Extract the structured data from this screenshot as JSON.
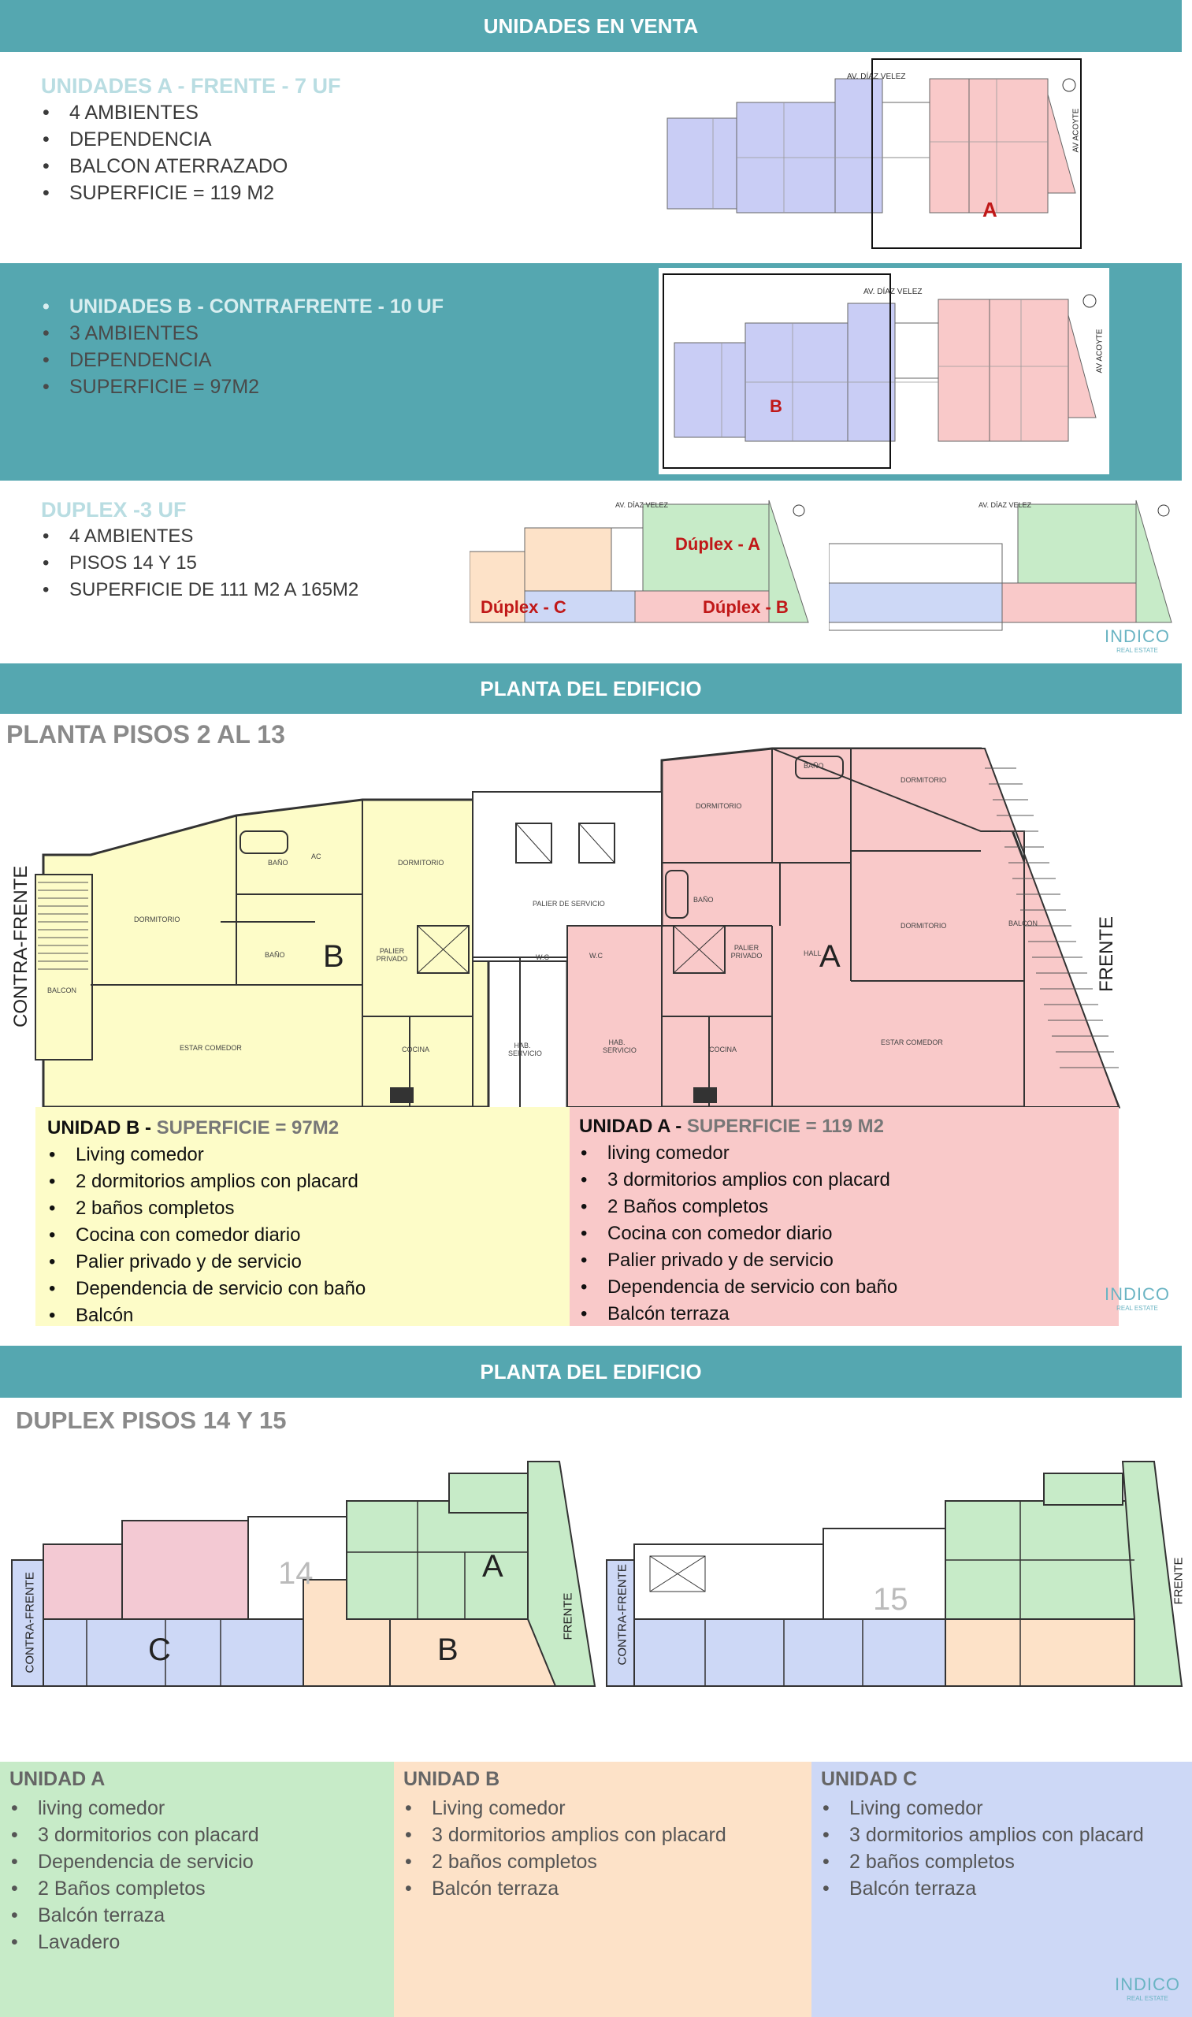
{
  "sections": {
    "for_sale": "UNIDADES EN VENTA",
    "building_plan_1": "PLANTA DEL EDIFICIO",
    "building_plan_2": "PLANTA DEL EDIFICIO"
  },
  "unit_a_front": {
    "title": "UNIDADES A - FRENTE  - 7 UF",
    "items": [
      "4 AMBIENTES",
      "DEPENDENCIA",
      "BALCON ATERRAZADO",
      "SUPERFICIE = 119 M2"
    ]
  },
  "unit_b_back": {
    "items": [
      "UNIDADES B - CONTRAFRENTE - 10 UF",
      "3 AMBIENTES",
      "DEPENDENCIA",
      "SUPERFICIE = 97M2"
    ]
  },
  "duplex": {
    "title": "DUPLEX -3 UF",
    "items": [
      "4 AMBIENTES",
      "PISOS 14 Y 15",
      "SUPERFICIE DE 111 M2 A 165M2"
    ]
  },
  "thumbs": {
    "street_top": "AV. DÍAZ VELEZ",
    "street_side": "AV ACOYTE",
    "label_a": "A",
    "label_b": "B",
    "duplex_a": "Dúplex - A",
    "duplex_b": "Dúplex - B",
    "duplex_c": "Dúplex - C"
  },
  "logo": {
    "name": "INDICO",
    "sub": "REAL ESTATE"
  },
  "plan_2_13": {
    "title": "PLANTA PISOS 2 AL 13",
    "contra_frente": "CONTRA-FRENTE",
    "frente": "FRENTE",
    "letter_a": "A",
    "letter_b": "B",
    "rooms": {
      "dormitorio": "DORMITORIO",
      "bano": "BAÑO",
      "ac": "AC",
      "palier_servicio": "PALIER DE SERVICIO",
      "palier_privado": "PALIER PRIVADO",
      "wc": "W.C",
      "hab_servicio": "HAB. SERVICIO",
      "cocina": "COCINA",
      "estar_comedor": "ESTAR COMEDOR",
      "balcon": "BALCON",
      "hall": "HALL"
    }
  },
  "unit_b_detail": {
    "title_prefix": "UNIDAD B - ",
    "title_suffix": "SUPERFICIE = 97M2",
    "items": [
      "Living comedor",
      "2 dormitorios amplios con placard",
      "2 baños completos",
      "Cocina con comedor diario",
      "Palier privado y de servicio",
      "Dependencia de servicio con baño",
      "Balcón"
    ]
  },
  "unit_a_detail": {
    "title_prefix": "UNIDAD A - ",
    "title_suffix": "SUPERFICIE = 119 M2",
    "items": [
      "living comedor",
      "3 dormitorios amplios con placard",
      "2 Baños completos",
      "Cocina con comedor diario",
      "Palier privado y de servicio",
      "Dependencia de servicio con baño",
      "Balcón terraza"
    ]
  },
  "duplex_plan": {
    "title": "DUPLEX PISOS 14 Y 15",
    "floor_14": "14",
    "floor_15": "15",
    "letter_a": "A",
    "letter_b": "B",
    "letter_c": "C",
    "contra_frente": "CONTRA-FRENTE",
    "frente": "FRENTE"
  },
  "duplex_units": [
    {
      "title": "UNIDAD A",
      "items": [
        "living comedor",
        "3 dormitorios con placard",
        "Dependencia de servicio",
        "2 Baños completos",
        "Balcón terraza",
        "Lavadero"
      ]
    },
    {
      "title": "UNIDAD B",
      "items": [
        "Living comedor",
        "3 dormitorios amplios con placard",
        "2 baños completos",
        "Balcón  terraza"
      ]
    },
    {
      "title": "UNIDAD C",
      "items": [
        "Living comedor",
        "3 dormitorios amplios con placard",
        "2 baños completos",
        "Balcón  terraza"
      ]
    }
  ],
  "colors": {
    "teal": "#55a7b0",
    "unit_a_pink": "#f9c9c9",
    "unit_b_yellow": "#fdfcc8",
    "duplex_a_green": "#c7ebc8",
    "duplex_b_orange": "#fde2c8",
    "duplex_c_blue": "#cdd8f6",
    "label_red": "#c01818"
  }
}
